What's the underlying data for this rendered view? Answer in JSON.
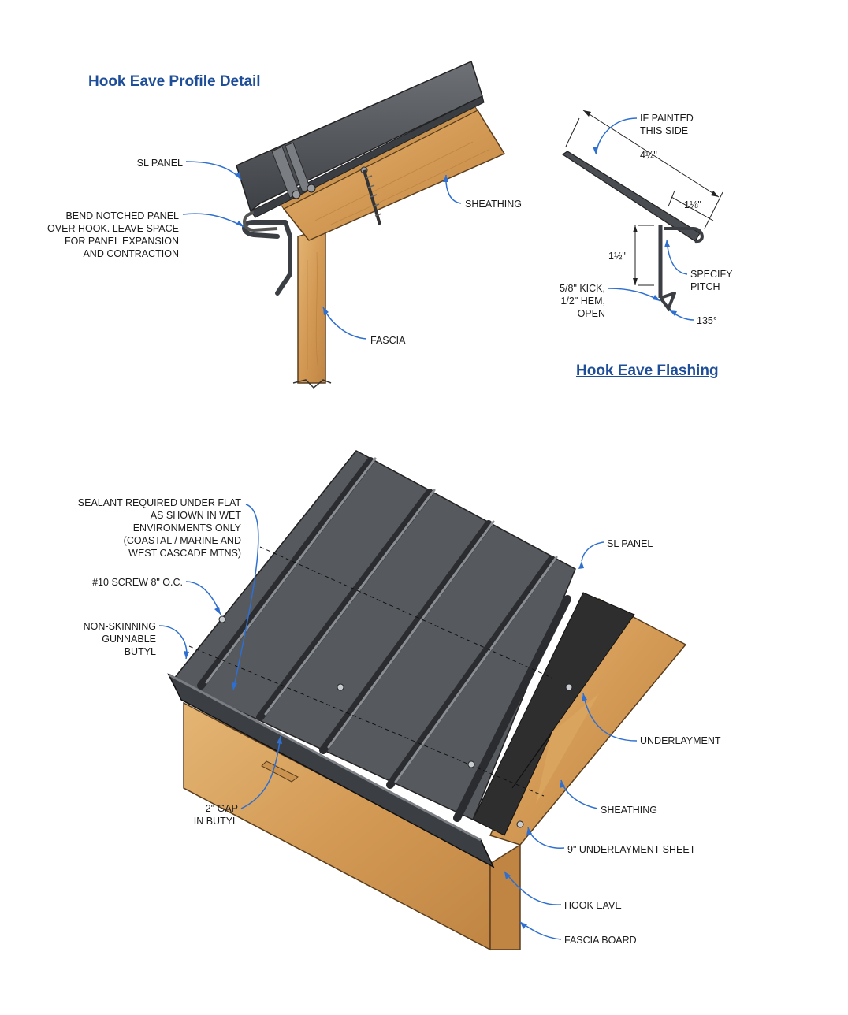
{
  "profile_detail": {
    "title": "Hook Eave Profile Detail",
    "labels": {
      "sl_panel": "SL PANEL",
      "bend_notched": "BEND NOTCHED PANEL\nOVER HOOK. LEAVE SPACE\nFOR PANEL EXPANSION\nAND CONTRACTION",
      "sheathing": "SHEATHING",
      "fascia": "FASCIA"
    }
  },
  "flashing": {
    "title": "Hook Eave Flashing",
    "labels": {
      "if_painted": "IF PAINTED\nTHIS SIDE",
      "specify_pitch": "SPECIFY\nPITCH",
      "kick_hem": "5/8\" KICK,\n1/2\" HEM,\nOPEN",
      "angle": "135°"
    },
    "dimensions": {
      "length": "4¼\"",
      "return": "1⅛\"",
      "height": "1½\""
    }
  },
  "isometric": {
    "labels": {
      "sealant": "SEALANT REQUIRED UNDER FLAT\nAS SHOWN IN WET\nENVIRONMENTS ONLY\n(COASTAL / MARINE AND\nWEST CASCADE MTNS)",
      "screw": "#10 SCREW 8\" O.C.",
      "butyl": "NON-SKINNING\nGUNNABLE\nBUTYL",
      "gap": "2\" GAP\nIN BUTYL",
      "sl_panel": "SL PANEL",
      "underlayment": "UNDERLAYMENT",
      "sheathing": "SHEATHING",
      "underlayment_sheet": "9\" UNDERLAYMENT SHEET",
      "hook_eave": "HOOK EAVE",
      "fascia_board": "FASCIA BOARD"
    }
  },
  "colors": {
    "title": "#1f4e99",
    "leader": "#2f6fcf",
    "metal": "#4a4d52",
    "metal_light": "#6b6e73",
    "wood": "#d9a55e",
    "underlayment": "#2e2e2e"
  }
}
